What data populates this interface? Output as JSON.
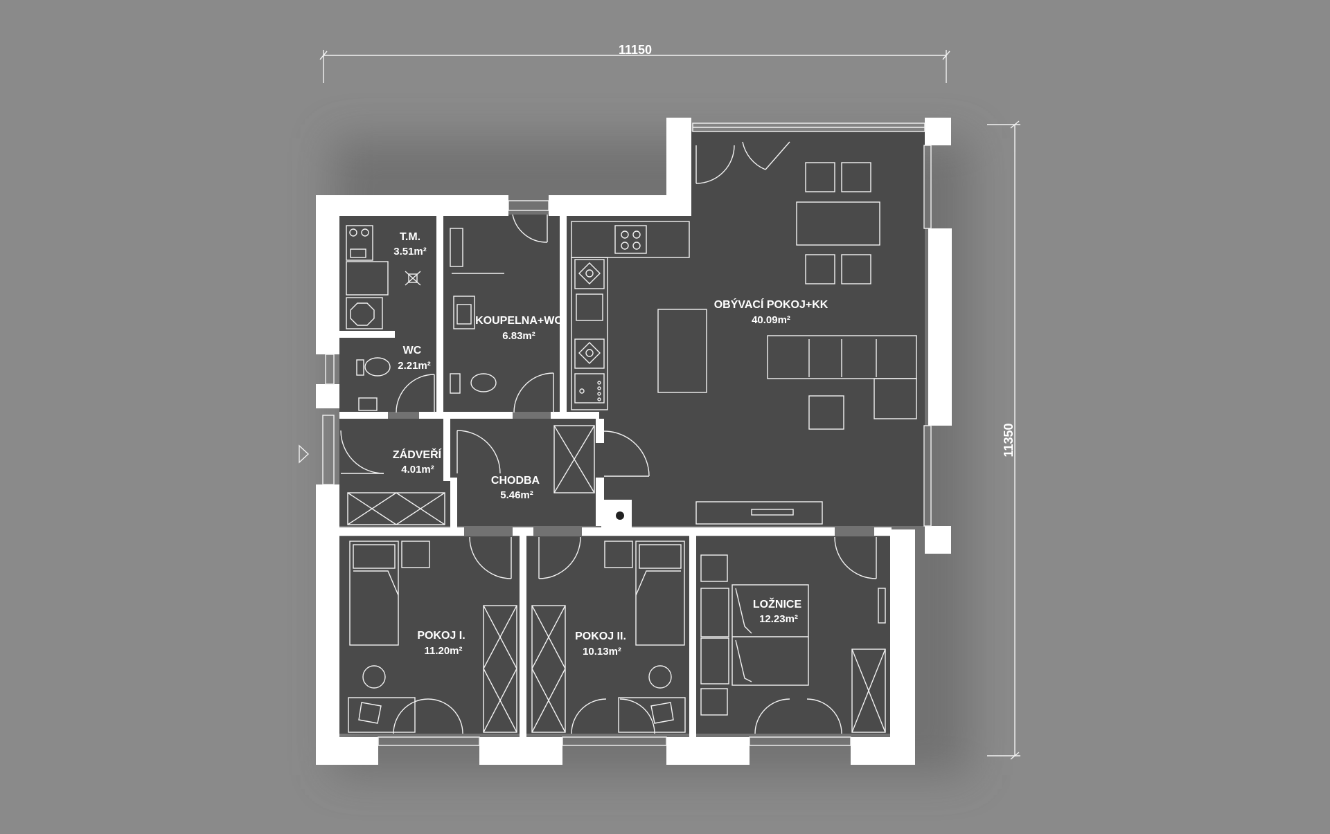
{
  "dimensions": {
    "width": "11150",
    "height": "11350"
  },
  "rooms": {
    "tm": {
      "name": "T.M.",
      "area": "3.51m²"
    },
    "wc": {
      "name": "WC",
      "area": "2.21m²"
    },
    "koupelna": {
      "name": "KOUPELNA+WC",
      "area": "6.83m²"
    },
    "obyvaci": {
      "name": "OBÝVACÍ POKOJ+KK",
      "area": "40.09m²"
    },
    "zadveri": {
      "name": "ZÁDVEŘÍ",
      "area": "4.01m²"
    },
    "chodba": {
      "name": "CHODBA",
      "area": "5.46m²"
    },
    "pokoj1": {
      "name": "POKOJ I.",
      "area": "11.20m²"
    },
    "pokoj2": {
      "name": "POKOJ II.",
      "area": "10.13m²"
    },
    "loznice": {
      "name": "LOŽNICE",
      "area": "12.23m²"
    }
  },
  "colors": {
    "background": "#8a8a8a",
    "floor": "#4a4a4a",
    "wall": "#ffffff",
    "line": "#f2f2f2"
  },
  "icons": {
    "entrance": "triangle-arrow-icon"
  }
}
